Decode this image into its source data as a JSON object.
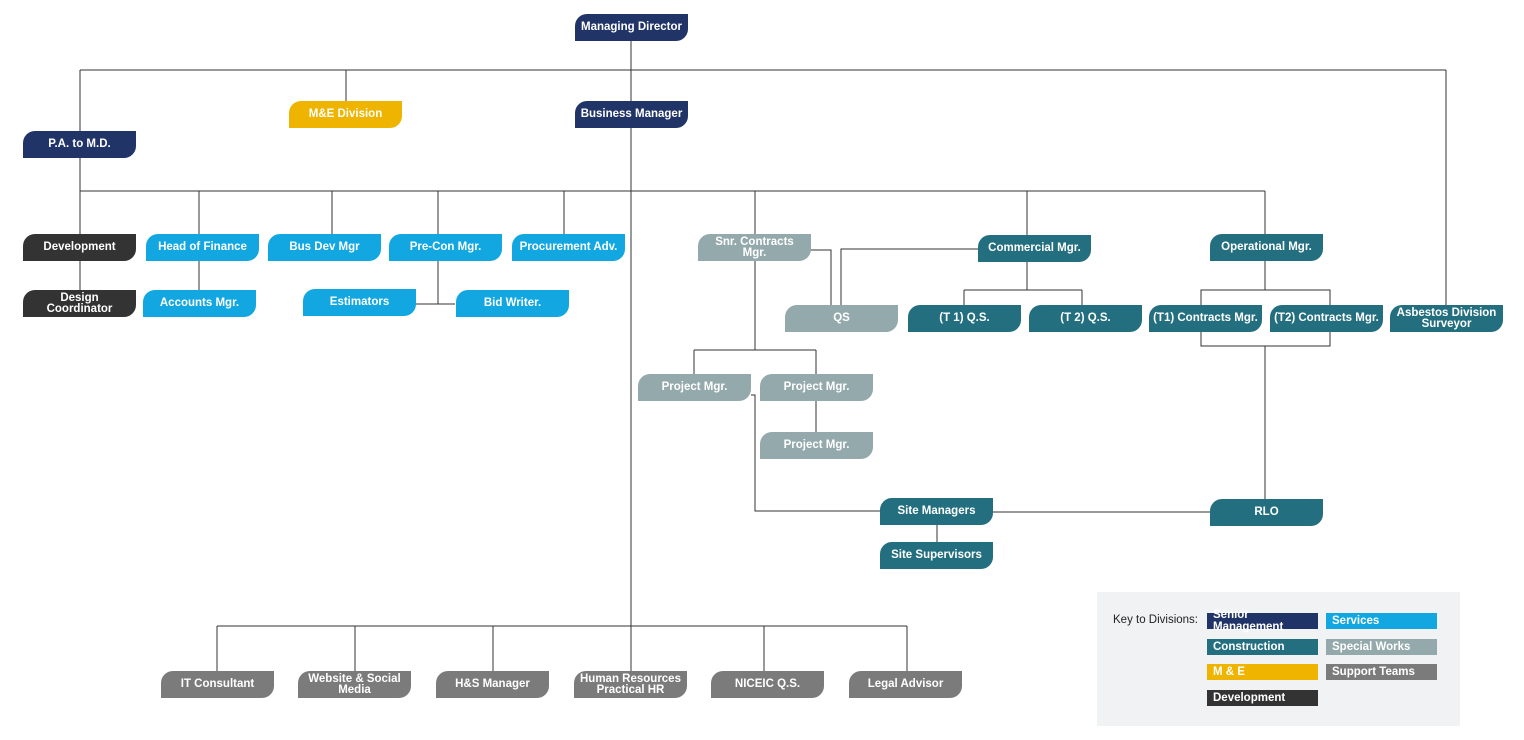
{
  "nodes": {
    "managing_director": "Managing Director",
    "me_division": "M&E Division",
    "business_manager": "Business Manager",
    "pa_to_md": "P.A. to M.D.",
    "development": "Development",
    "design_coordinator": "Design Coordinator",
    "head_of_finance": "Head of Finance",
    "accounts_mgr": "Accounts Mgr.",
    "bus_dev_mgr": "Bus Dev Mgr",
    "pre_con_mgr": "Pre-Con Mgr.",
    "estimators": "Estimators",
    "bid_writer": "Bid Writer.",
    "procurement_adv": "Procurement Adv.",
    "snr_contracts_mgr": "Snr. Contracts Mgr.",
    "qs": "QS",
    "commercial_mgr": "Commercial Mgr.",
    "t1_qs": "(T 1) Q.S.",
    "t2_qs": "(T 2) Q.S.",
    "operational_mgr": "Operational Mgr.",
    "t1_contracts_mgr": "(T1) Contracts Mgr.",
    "t2_contracts_mgr": "(T2) Contracts Mgr.",
    "asbestos_surveyor_l1": "Asbestos Division",
    "asbestos_surveyor_l2": "Surveyor",
    "project_mgr_1": "Project Mgr.",
    "project_mgr_2": "Project Mgr.",
    "project_mgr_3": "Project Mgr.",
    "site_managers": "Site Managers",
    "site_supervisors": "Site Supervisors",
    "rlo": "RLO",
    "it_consultant": "IT Consultant",
    "website_social_l1": "Website & Social",
    "website_social_l2": "Media",
    "hs_manager": "H&S Manager",
    "hr_l1": "Human Resources",
    "hr_l2": "Practical HR",
    "niceic_qs": "NICEIC Q.S.",
    "legal_advisor": "Legal Advisor"
  },
  "key": {
    "title": "Key to Divisions:",
    "items": {
      "senior": "Senior Management",
      "services": "Services",
      "construction": "Construction",
      "special": "Special Works",
      "me": "M & E",
      "support": "Support Teams",
      "development": "Development"
    }
  },
  "colors": {
    "senior_management": "#213467",
    "services": "#12a7e0",
    "construction": "#236f80",
    "special_works": "#94a9ab",
    "m_and_e": "#eeb400",
    "support_teams": "#7b7b7b",
    "development": "#333333",
    "connector": "#333333"
  }
}
